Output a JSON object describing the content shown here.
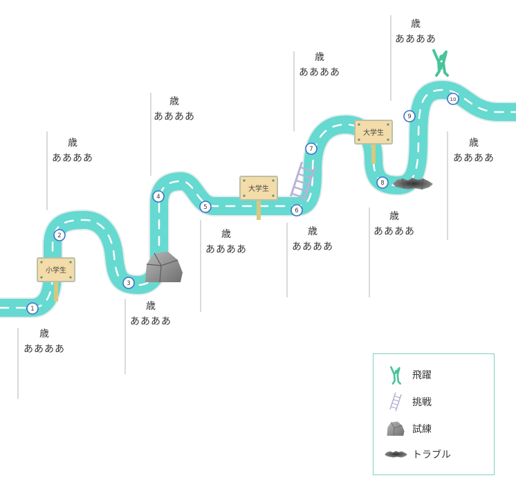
{
  "milestones": [
    {
      "num": "1",
      "age": "歳",
      "text": "ああああ"
    },
    {
      "num": "2",
      "age": "歳",
      "text": "ああああ"
    },
    {
      "num": "3",
      "age": "歳",
      "text": "ああああ"
    },
    {
      "num": "4",
      "age": "歳",
      "text": "ああああ"
    },
    {
      "num": "5",
      "age": "歳",
      "text": "ああああ"
    },
    {
      "num": "6",
      "age": "歳",
      "text": "ああああ"
    },
    {
      "num": "7",
      "age": "歳",
      "text": "ああああ"
    },
    {
      "num": "8",
      "age": "歳",
      "text": "ああああ"
    },
    {
      "num": "9",
      "age": "歳",
      "text": "ああああ"
    },
    {
      "num": "10",
      "age": "歳",
      "text": "ああああ"
    }
  ],
  "signs": {
    "elementary": "小学生",
    "university_1": "大学生",
    "university_2": "大学生"
  },
  "legend": {
    "leap": "飛躍",
    "challenge": "挑戦",
    "trial": "試練",
    "trouble": "トラブル"
  },
  "colors": {
    "road": "#66d9d0",
    "road_edge": "#e3ecec",
    "dash": "#ffffff",
    "marker_border": "#3b72c8",
    "sign_board": "#f3dca8",
    "sign_post": "#d7c980",
    "figure": "#49c39b",
    "ladder": "#b9b2d6",
    "rock": "#8e8e8e",
    "legend_border": "#7ecfc0"
  }
}
